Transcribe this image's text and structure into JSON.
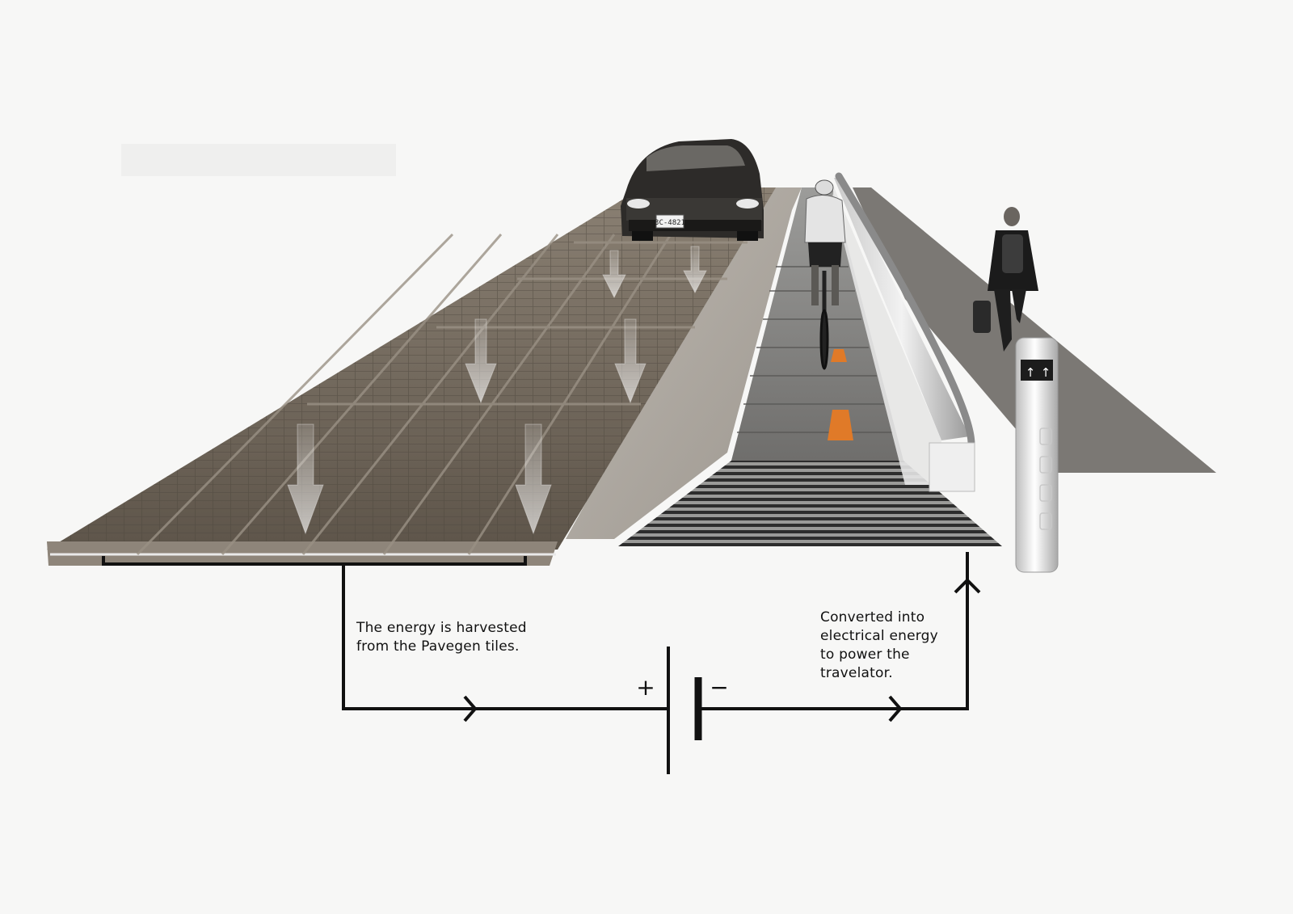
{
  "captions": {
    "harvest": [
      "The energy is harvested",
      "from the Pavegen tiles."
    ],
    "convert": [
      "Converted into",
      "electrical energy",
      "to power the",
      "travelator."
    ]
  },
  "battery": {
    "positive": "+",
    "negative": "−"
  },
  "car_plate": "3C-4821",
  "colors": {
    "background": "#f7f7f6",
    "tiles": "#6e6356",
    "road": "#a8a39c",
    "rail": "#d8d8d8",
    "cone": "#e07a28",
    "wire": "#111111"
  }
}
